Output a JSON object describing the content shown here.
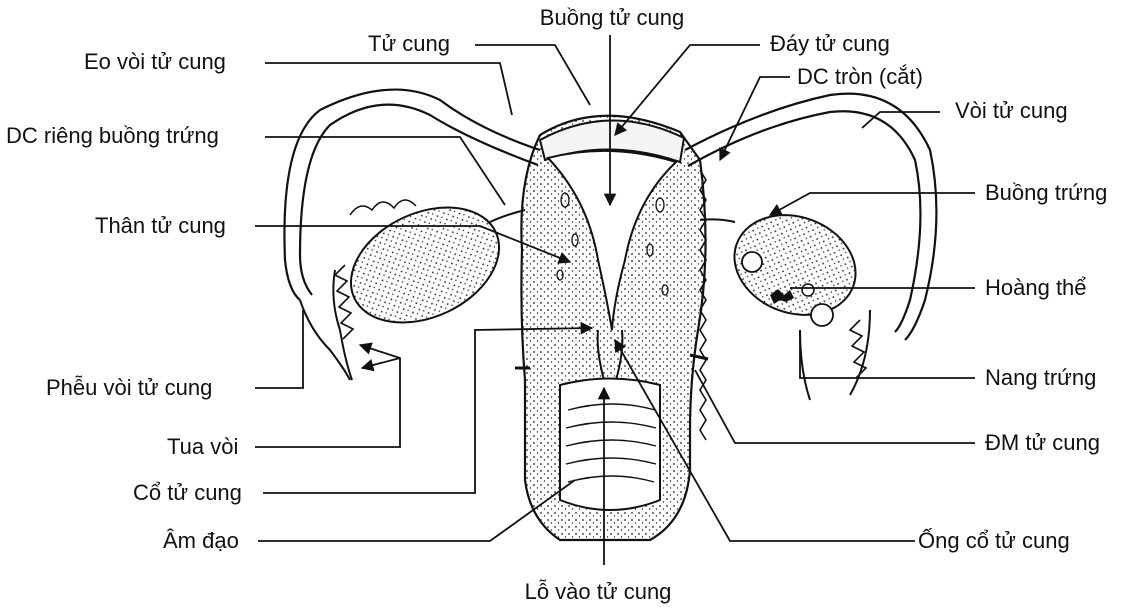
{
  "diagram": {
    "labels": {
      "buong_tu_cung": "Buồng tử cung",
      "tu_cung": "Tử cung",
      "day_tu_cung": "Đáy tử cung",
      "eo_voi_tu_cung": "Eo vòi tử cung",
      "dc_tron": "DC tròn (cắt)",
      "voi_tu_cung": "Vòi tử cung",
      "dc_rieng_buong_trung": "DC riêng buồng trứng",
      "buong_trung": "Buồng trứng",
      "than_tu_cung": "Thân tử cung",
      "hoang_the": "Hoàng thể",
      "pheu_voi_tu_cung": "Phễu vòi tử cung",
      "nang_trung": "Nang trứng",
      "tua_voi": "Tua vòi",
      "dm_tu_cung": "ĐM tử cung",
      "co_tu_cung": "Cổ tử cung",
      "am_dao": "Âm đạo",
      "ong_co_tu_cung": "Ống cổ tử cung",
      "lo_vao_tu_cung": "Lỗ vào tử cung"
    }
  }
}
